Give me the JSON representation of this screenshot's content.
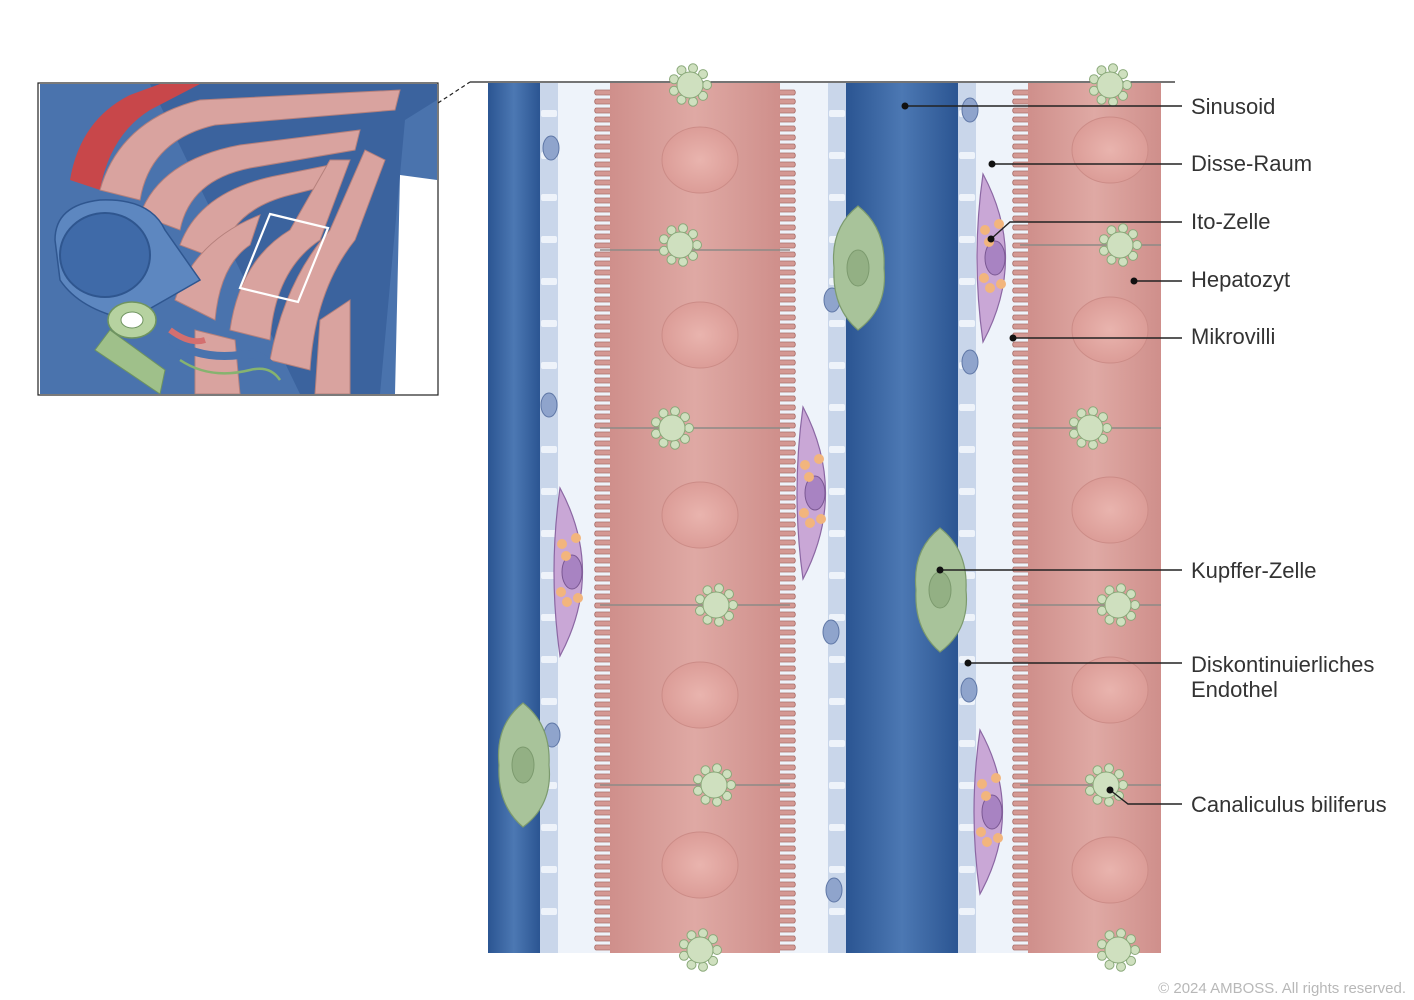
{
  "labels": {
    "sinusoid": "Sinusoid",
    "disse_raum": "Disse-Raum",
    "ito_zelle": "Ito-Zelle",
    "hepatozyt": "Hepatozyt",
    "mikrovilli": "Mikrovilli",
    "kupffer_zelle": "Kupffer-Zelle",
    "endothel_line1": "Diskontinuierliches",
    "endothel_line2": "Endothel",
    "canaliculus": "Canaliculus biliferus"
  },
  "copyright": "© 2024 AMBOSS. All rights reserved.",
  "colors": {
    "sinusoid_blue": "#2f5d9a",
    "sinusoid_light": "#5b86bf",
    "endothel": "#c9d6ea",
    "disse_space": "#eef3fa",
    "hepatocyte": "#d9a09c",
    "hepatocyte_dark": "#c98783",
    "nucleus": "#e3aaa5",
    "ito_cell": "#c9a7d6",
    "ito_nucleus": "#a883c2",
    "lipid_droplet": "#f2b57d",
    "kupffer_cell": "#a8c39a",
    "canaliculus": "#cfe0bf"
  }
}
